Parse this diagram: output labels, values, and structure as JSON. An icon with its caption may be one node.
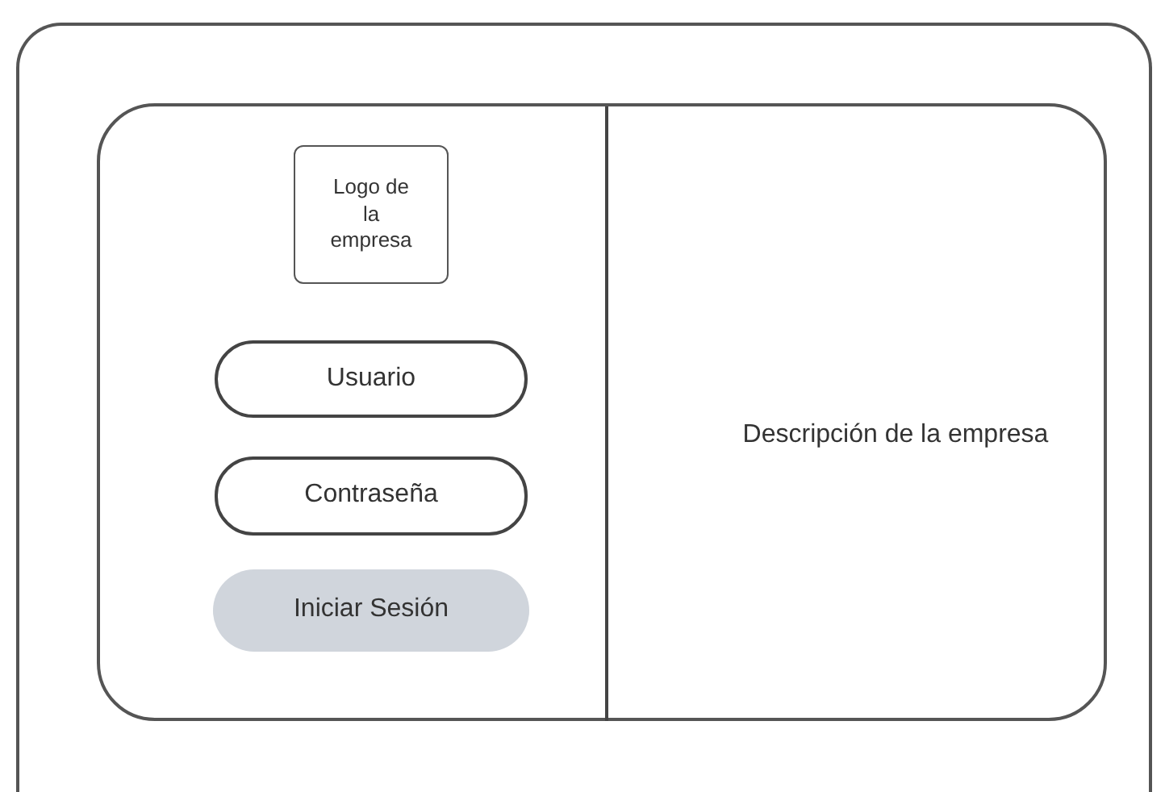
{
  "diagram": {
    "nodes": [
      {
        "text": [],
        "shape": "box"
      },
      {
        "text": [],
        "shape": "box",
        "in": 0
      },
      {
        "text": [
          "Logo de la empresa"
        ],
        "in": 1
      },
      {
        "text": [
          "Usuario"
        ],
        "in": 1
      },
      {
        "text": [
          "Contraseña"
        ],
        "in": 1
      },
      {
        "text": [
          "Iniciar Sesión"
        ],
        "in": 1
      }
    ],
    "labels": [
      "Descripción de la empresa"
    ]
  }
}
